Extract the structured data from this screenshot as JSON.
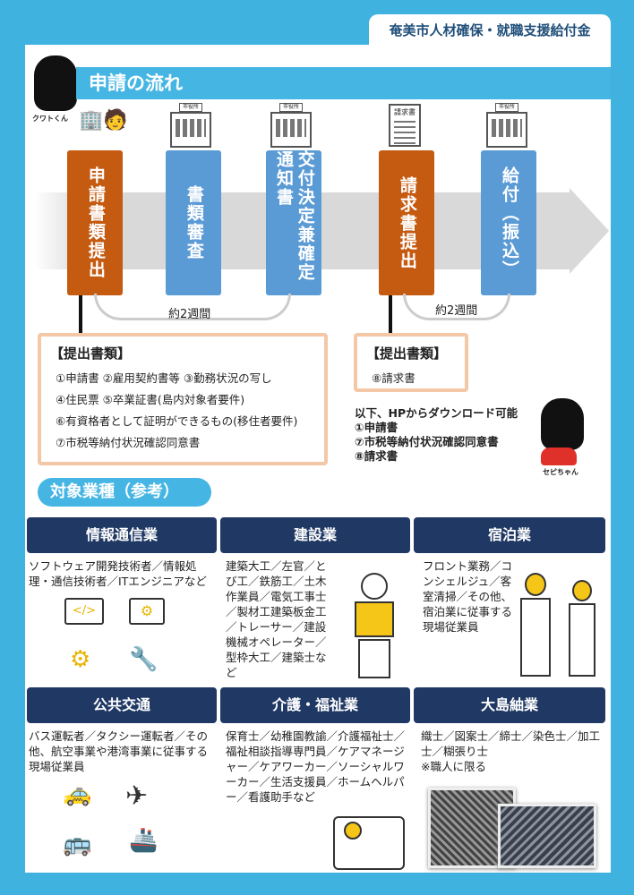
{
  "header_tab": "奄美市人材確保・就職支援給付金",
  "flow": {
    "title": "申請の流れ",
    "mascot_left": "クワトくん",
    "mascot_right": "セピちゃん",
    "building_sign": "市役所",
    "document_sign": "請求書",
    "steps": [
      {
        "label": "申請書類提出",
        "color": "#c55a11"
      },
      {
        "label": "書類審査",
        "color": "#5b9bd5"
      },
      {
        "label": "交付決定兼確定通知書",
        "color": "#5b9bd5"
      },
      {
        "label": "請求書提出",
        "color": "#c55a11"
      },
      {
        "label": "給付（振込）",
        "color": "#5b9bd5"
      }
    ],
    "durations": [
      "約2週間",
      "約2週間"
    ],
    "docs1": {
      "title": "【提出書類】",
      "lines": [
        "①申請書 ②雇用契約書等 ③勤務状況の写し",
        "④住民票 ⑤卒業証書(島内対象者要件)",
        "⑥有資格者として証明ができるもの(移住者要件)",
        "⑦市税等納付状況確認同意書"
      ]
    },
    "docs2": {
      "title": "【提出書類】",
      "lines": [
        "⑧請求書"
      ]
    },
    "download": [
      "以下、HPからダウンロード可能",
      "①申請書",
      "⑦市税等納付状況確認同意書",
      "⑧請求書"
    ]
  },
  "industries": {
    "title": "対象業種（参考）",
    "items": [
      {
        "name": "情報通信業",
        "desc": "ソフトウェア開発技術者／情報処理・通信技術者／ITエンジニアなど"
      },
      {
        "name": "建設業",
        "desc": "建築大工／左官／とび工／鉄筋工／土木作業員／電気工事士／製材工建築板金工／トレーサー／建設機械オペレーター／型枠大工／建築士など"
      },
      {
        "name": "宿泊業",
        "desc": "フロント業務／コンシェルジュ／客室清掃／その他、宿泊業に従事する現場従業員"
      },
      {
        "name": "公共交通",
        "desc": "バス運転者／タクシー運転者／その他、航空事業や港湾事業に従事する現場従業員"
      },
      {
        "name": "介護・福祉業",
        "desc": "保育士／幼稚園教諭／介護福祉士／福祉相談指導専門員／ケアマネージャー／ケアワーカー／ソーシャルワーカー／生活支援員／ホームヘルパー／看護助手など"
      },
      {
        "name": "大島紬業",
        "desc": "織士／図案士／締士／染色士／加工士／糊張り士",
        "note": "※職人に限る"
      }
    ]
  },
  "colors": {
    "frame": "#3fb2df",
    "navy": "#1f3864",
    "orange": "#c55a11",
    "blue": "#5b9bd5",
    "peach": "#f4c7a6"
  }
}
